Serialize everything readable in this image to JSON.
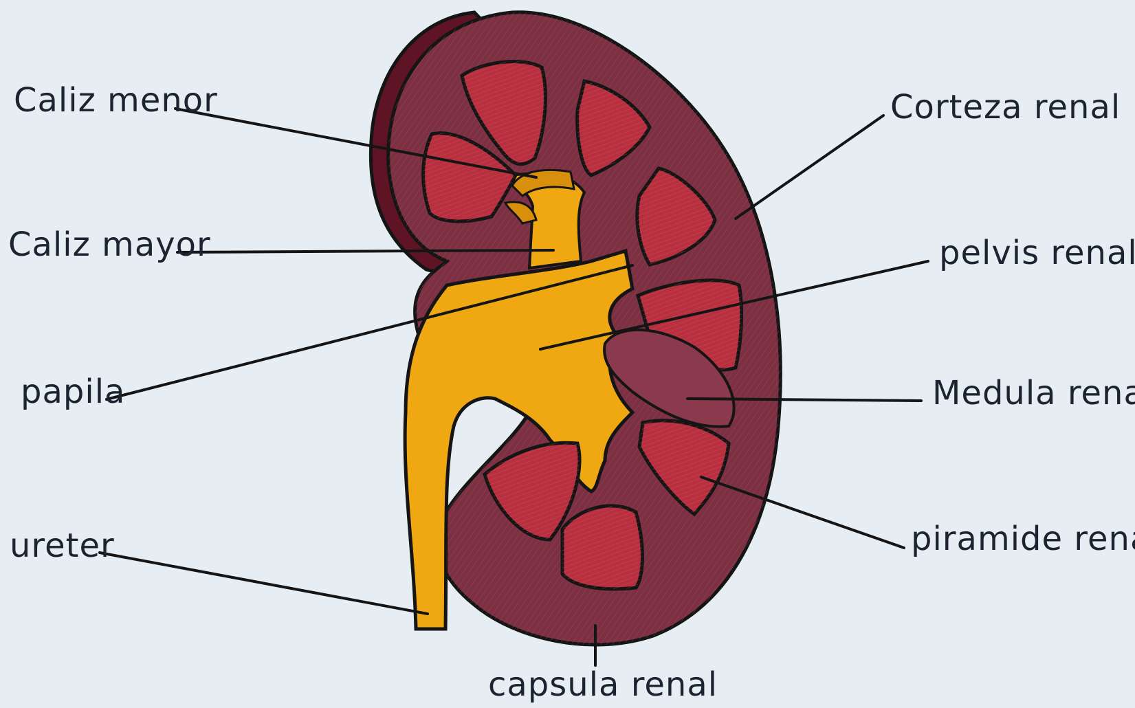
{
  "diagram": {
    "labels": {
      "caliz_menor": "Caliz menor",
      "caliz_mayor": "Caliz mayor",
      "papila": "papila",
      "ureter": "ureter",
      "corteza_renal": "Corteza renal",
      "pelvis_renal": "pelvis renal",
      "medula_renal": "Medula renal",
      "piramide_renal": "piramide renal",
      "capsula_renal": "capsula renal"
    },
    "colors": {
      "background": "#e6edf3",
      "capsule": "#5e1424",
      "cortex": "#7c3042",
      "medulla_pyramid": "#b8303f",
      "pelvis": "#f0a812",
      "outline": "#151515"
    }
  }
}
